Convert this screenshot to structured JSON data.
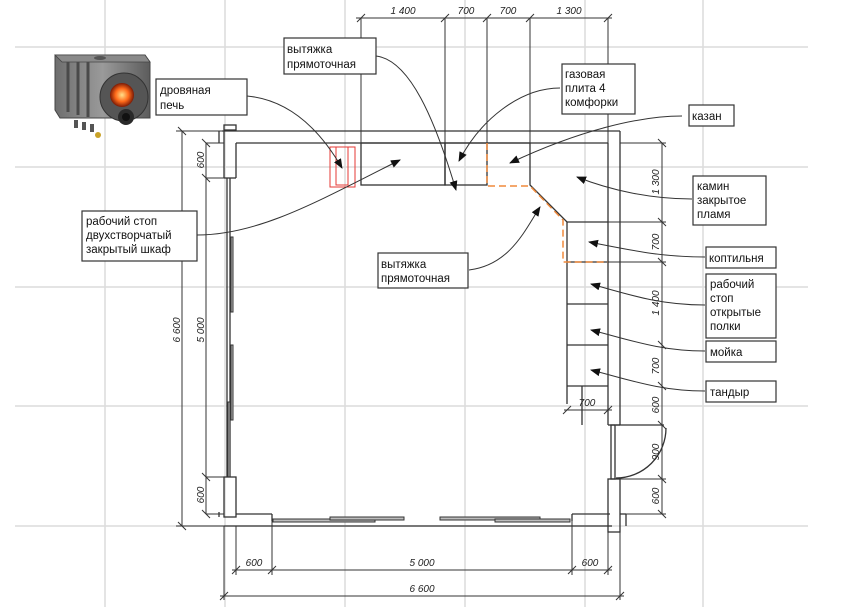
{
  "diagram": {
    "type": "kitchen-floor-plan",
    "colors": {
      "walls": "#333333",
      "grid": "#dcdcdc",
      "hood_outline": "#f08a3c",
      "stove_marker": "#e53935"
    },
    "dimensions": {
      "top": [
        "1 400",
        "700",
        "700",
        "1 300"
      ],
      "bottom_inner": [
        "600",
        "5 000",
        "600"
      ],
      "bottom_outer": "6 600",
      "left_outer": "6 600",
      "left_inner": [
        "600",
        "5 000",
        "600"
      ],
      "right": [
        "1 300",
        "700",
        "1 400",
        "700",
        "600",
        "900",
        "600"
      ],
      "counter_depth": "700"
    },
    "labels": {
      "wood_stove": "дровяная печь",
      "hood_top": "вытяжка прямоточная",
      "gas_stove": "газовая плита 4 комфорки",
      "kazan": "казан",
      "fireplace": "камин закрытое пламя",
      "smoker": "коптильня",
      "open_shelves": "рабочий стоп открытые полки",
      "sink": "мойка",
      "tandoor": "тандыр",
      "cabinet": "рабочий стоп двухстворчатый закрытый шкаф",
      "hood_bottom": "вытяжка прямоточная"
    },
    "label_lines": {
      "wood_stove": [
        "дровяная",
        "печь"
      ],
      "hood_top": [
        "вытяжка",
        "прямоточная"
      ],
      "gas_stove": [
        "газовая",
        "плита 4",
        "комфорки"
      ],
      "kazan": [
        "казан"
      ],
      "fireplace": [
        "камин",
        "закрытое",
        "пламя"
      ],
      "smoker": [
        "коптильня"
      ],
      "open_shelves": [
        "рабочий",
        "стоп",
        "открытые",
        "полки"
      ],
      "sink": [
        "мойка"
      ],
      "tandoor": [
        "тандыр"
      ],
      "cabinet": [
        "рабочий стоп",
        "двухстворчатый",
        "закрытый шкаф"
      ],
      "hood_bottom": [
        "вытяжка",
        "прямоточная"
      ]
    },
    "image": {
      "name": "wood-stove-image"
    }
  }
}
